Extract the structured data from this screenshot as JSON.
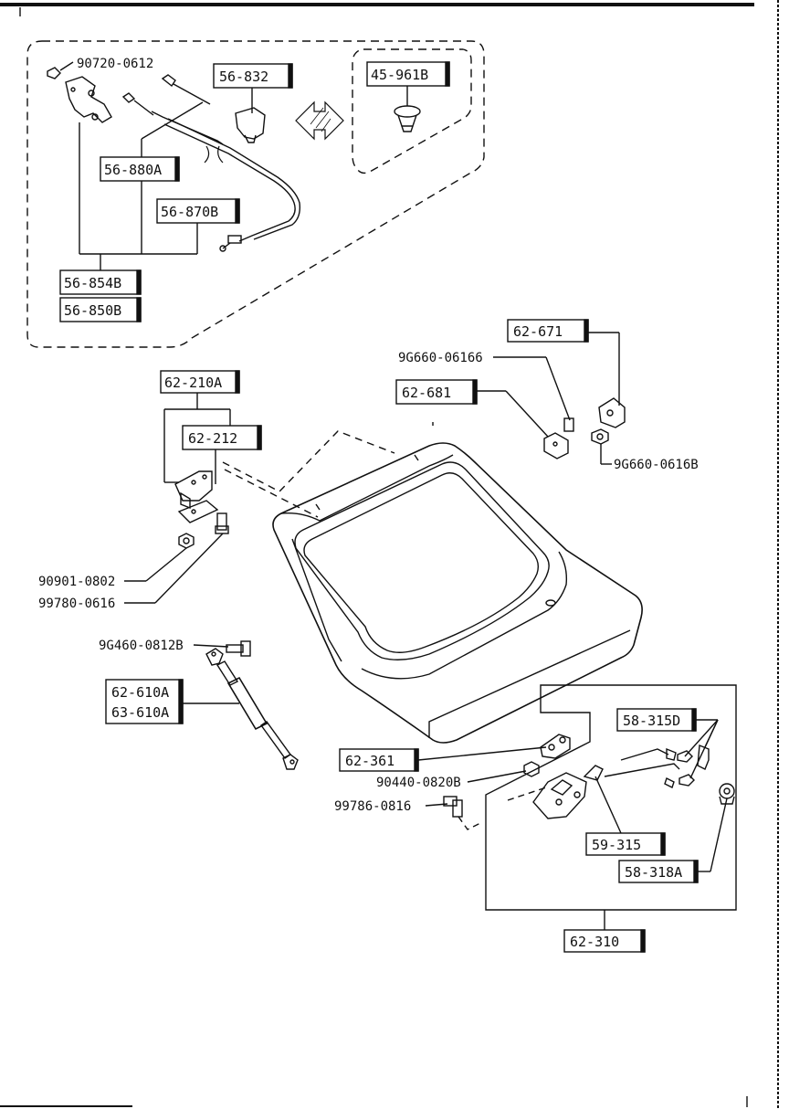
{
  "cable_group": {
    "clip_part": "90720-0612",
    "parts": {
      "cable_end": "56-832",
      "release_cable_a": "56-880A",
      "release_cable_b": "56-870B",
      "lever_b": "56-854B",
      "lever_asm": "56-850B"
    }
  },
  "clip_inset": {
    "part": "45-961B"
  },
  "hinge": {
    "assy": "62-210A",
    "hinge": "62-212",
    "nut": "90901-0802",
    "bolt": "99780-0616"
  },
  "stay": {
    "bolt": "9G460-0812B",
    "right": "62-610A",
    "left": "63-610A"
  },
  "glass_fittings": {
    "upper": "62-671",
    "upper_screw": "9G660-0616B",
    "lower": "62-681",
    "lower_screw": "9G660-06166",
    "lower_screw_b": "9G660-0616B"
  },
  "lock": {
    "striker": "62-361",
    "striker_bolt": "90440-0820B",
    "lock_bolt": "99786-0816",
    "rod_clip": "58-315D",
    "key_cylinder": "59-315",
    "cylinder_clip": "58-318A",
    "lock_assy": "62-310"
  }
}
